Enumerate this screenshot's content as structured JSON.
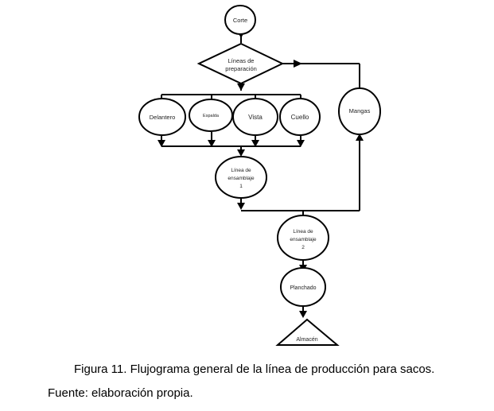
{
  "nodes": {
    "corte": "Corte",
    "lineas_preparacion": [
      "Líneas de",
      "preparación"
    ],
    "delantero": "Delantero",
    "espalda": "Espalda",
    "vista": "Vista",
    "cuello": "Cuello",
    "mangas": "Mangas",
    "linea_ensamblaje_1": [
      "Línea de",
      "ensamblaje",
      "1"
    ],
    "linea_ensamblaje_2": [
      "Línea de",
      "ensamblaje",
      "2"
    ],
    "planchado": "Planchado",
    "almacen": "Almacén"
  },
  "caption": "Figura 11. Flujograma general de la línea de producción para sacos.",
  "source": "Fuente: elaboración propia."
}
